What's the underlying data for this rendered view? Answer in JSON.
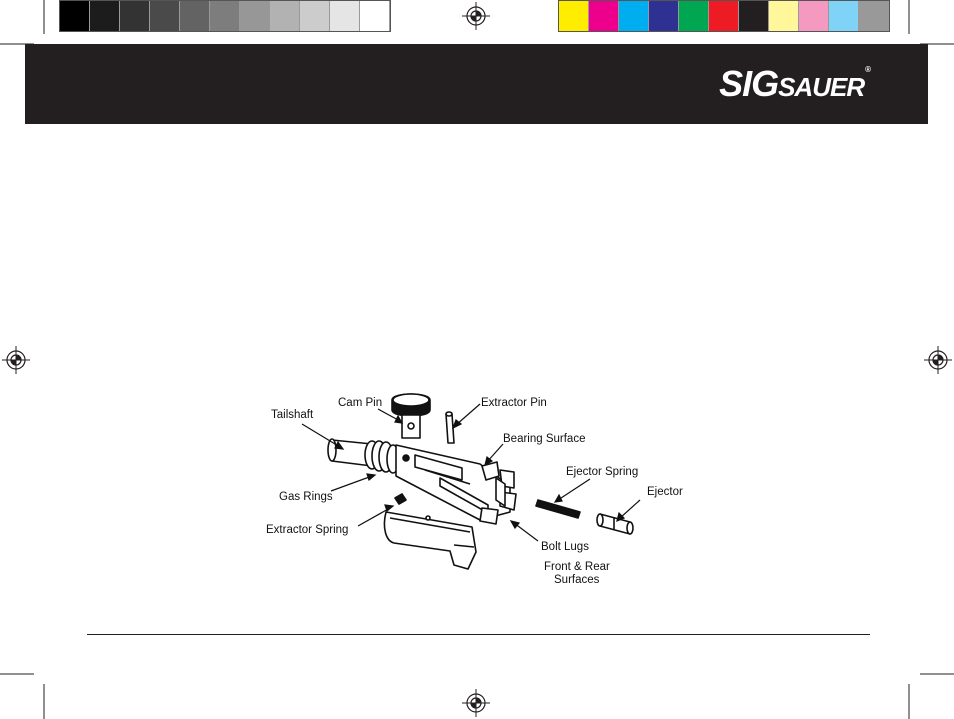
{
  "grayscale_swatches": [
    "#000000",
    "#1c1c1c",
    "#333333",
    "#4a4a4a",
    "#636363",
    "#7d7d7d",
    "#979797",
    "#b2b2b2",
    "#cccccc",
    "#e5e5e5",
    "#ffffff"
  ],
  "color_swatches": [
    "#ffed00",
    "#ec008c",
    "#00aeef",
    "#2e3192",
    "#00a651",
    "#ed1c24",
    "#231f20",
    "#fff799",
    "#f49ac1",
    "#7fd3f7",
    "#999999"
  ],
  "brand": {
    "sig": "SIG",
    "sauer": "SAUER",
    "reg": "®",
    "header_color": "#231f20"
  },
  "diagram": {
    "labels": {
      "cam_pin": "Cam Pin",
      "extractor_pin": "Extractor Pin",
      "tailshaft": "Tailshaft",
      "bearing_surface": "Bearing Surface",
      "ejector_spring": "Ejector Spring",
      "ejector": "Ejector",
      "gas_rings": "Gas Rings",
      "extractor_spring": "Extractor Spring",
      "bolt_lugs": "Bolt Lugs",
      "front_rear_1": "Front & Rear",
      "front_rear_2": "Surfaces"
    }
  }
}
